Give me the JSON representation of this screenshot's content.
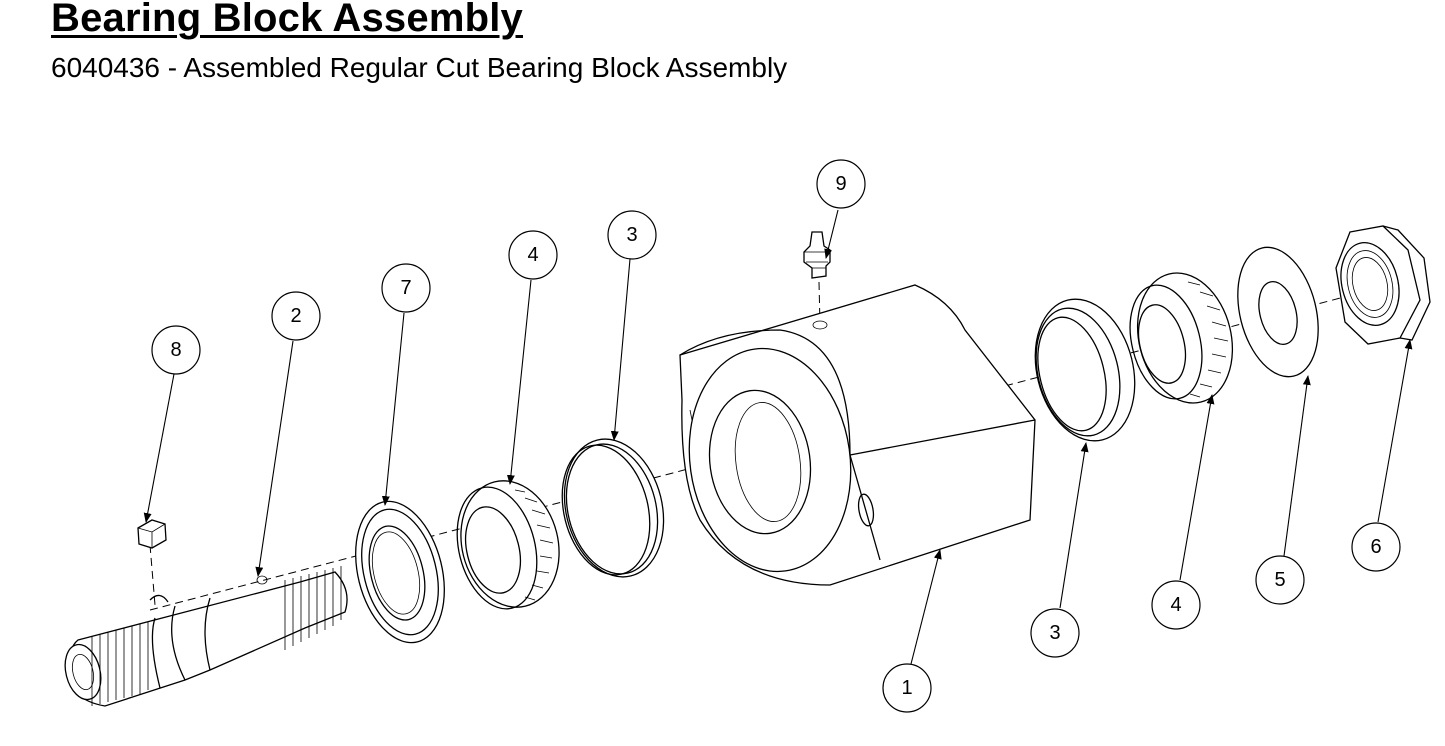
{
  "title": "Bearing Block Assembly",
  "subtitle": "6040436 - Assembled Regular Cut Bearing Block Assembly",
  "balloons": [
    "9",
    "4",
    "3",
    "7",
    "2",
    "8",
    "1",
    "3",
    "4",
    "5",
    "6"
  ],
  "icons": {
    "shaft": "threaded-spindle-shaft",
    "key": "woodruff-key",
    "seal": "grease-seal",
    "bearing_cone": "tapered-roller-bearing-cone",
    "bearing_cup": "bearing-cup-race",
    "housing": "bearing-block-housing",
    "washer": "flat-washer",
    "nut": "hex-jam-nut",
    "fitting": "grease-zerk-fitting"
  }
}
